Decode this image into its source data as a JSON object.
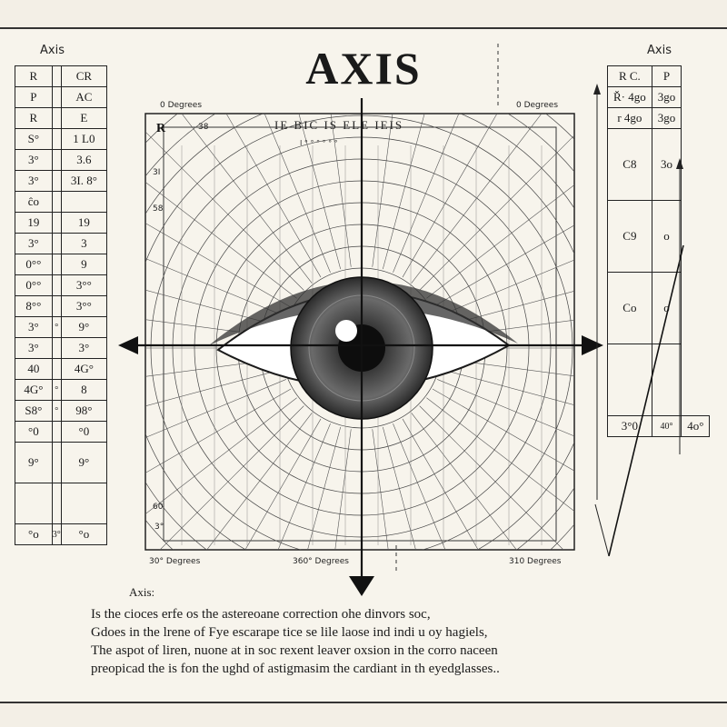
{
  "title": "AXIS",
  "left_label": "Axis",
  "right_label": "Axis",
  "left_table": {
    "rows": [
      [
        "R",
        "",
        "CR"
      ],
      [
        "P",
        "",
        "AC"
      ],
      [
        "R",
        "",
        "E"
      ],
      [
        "S°",
        "",
        "1 L0"
      ],
      [
        "3°",
        "",
        "3.6"
      ],
      [
        "3°",
        "",
        "3I. 8°"
      ],
      [
        "ĉo",
        "",
        ""
      ],
      [
        "19",
        "",
        "19"
      ],
      [
        "3°",
        "",
        "3"
      ],
      [
        "0°°",
        "",
        "9"
      ],
      [
        "0°°",
        "",
        "3°°"
      ],
      [
        "8°°",
        "",
        "3°°"
      ],
      [
        "3°",
        "°",
        "9°"
      ],
      [
        "3°",
        "",
        "3°"
      ],
      [
        "40",
        "",
        "4G°"
      ],
      [
        "4G°",
        "°",
        "8"
      ],
      [
        "S8°",
        "°",
        "98°"
      ],
      [
        "°0",
        "",
        "°0"
      ]
    ],
    "lower_rows": [
      [
        "9°",
        "",
        "9°"
      ]
    ],
    "footer": [
      "°o",
      "3°",
      "°o"
    ]
  },
  "right_table": {
    "header": [
      "R C.",
      "P"
    ],
    "rows": [
      [
        "Ř· 4go",
        "3go"
      ],
      [
        "r 4go",
        "3go"
      ]
    ],
    "mid_rows": [
      [
        "C8",
        "3o"
      ],
      [
        "C9",
        "o"
      ],
      [
        "Co",
        "o"
      ]
    ],
    "footer": [
      "3°0",
      "40°",
      "4o°"
    ]
  },
  "diagram": {
    "top_left_tag": "0 Degrees",
    "top_right_tag": "0 Degrees",
    "bottom_left_tag": "30° Degrees",
    "bottom_mid_tag": "360° Degrees",
    "bottom_right_tag": "310 Degrees",
    "inner_corner": "R",
    "top_ticks": "IE  BIC  IS  ELE  IEIS",
    "sub_ticks": "I ° ° ° ° ° °",
    "side_marks": [
      "38",
      "3I",
      "58",
      "60",
      "3°"
    ]
  },
  "caption": {
    "label": "Axis:",
    "lines": [
      "       Is the cioces erfe os the astereoane correction  ohe dinvors soc,",
      "Gdoes in the lrene of  Fye escarape tice se lile laose ind indi u oy hagiels,",
      "The aspot  of liren, nuone at in soc rexent leaver oxsion in the corro naceen",
      "preopicad the is fon the ughd of astigmasim  the cardiant in th eyedglasses.."
    ]
  }
}
